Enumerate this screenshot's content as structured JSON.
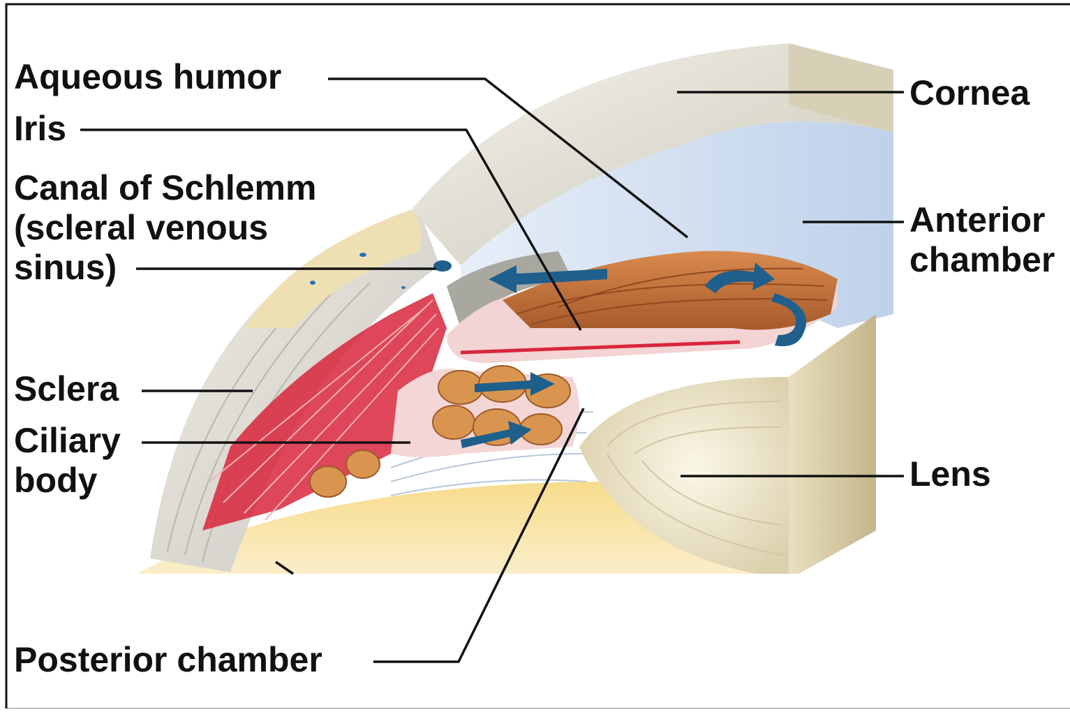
{
  "labels": {
    "aqueous_humor": "Aqueous humor",
    "iris": "Iris",
    "canal_line1": "Canal of Schlemm",
    "canal_line2": "(scleral venous",
    "canal_line3": "sinus)",
    "sclera": "Sclera",
    "ciliary_line1": "Ciliary",
    "ciliary_line2": "body",
    "posterior_chamber": "Posterior chamber",
    "cornea": "Cornea",
    "anterior_line1": "Anterior",
    "anterior_line2": "chamber",
    "lens": "Lens"
  },
  "colors": {
    "background": "#ffffff",
    "label_text": "#111111",
    "iris_brown": "#c8743a",
    "muscle_red": "#d8263c",
    "chamber_blue": "#c9d8ec",
    "flow_arrow": "#1f5f8c",
    "lens_cream": "#efe6c8",
    "vitreous_yellow": "#f4d37a"
  }
}
